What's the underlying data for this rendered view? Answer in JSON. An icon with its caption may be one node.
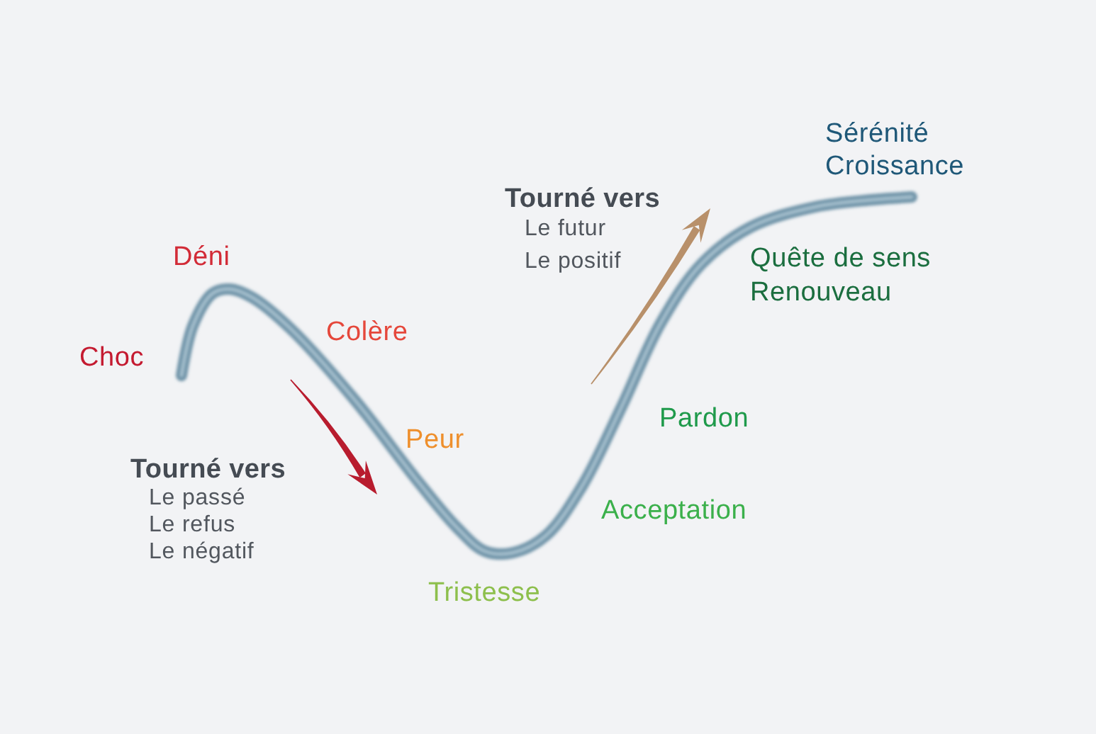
{
  "diagram": {
    "labels": [
      "Choc",
      "Déni",
      "Colère",
      "Peur",
      "Tristesse",
      "Acceptation",
      "Pardon",
      "Quête de sens",
      "Renouveau",
      "Sérénité",
      "Croissance",
      "Tourné vers",
      "Le passé",
      "Le refus",
      "Le négatif",
      "Tourné vers",
      "Le futur",
      "Le positif"
    ]
  }
}
